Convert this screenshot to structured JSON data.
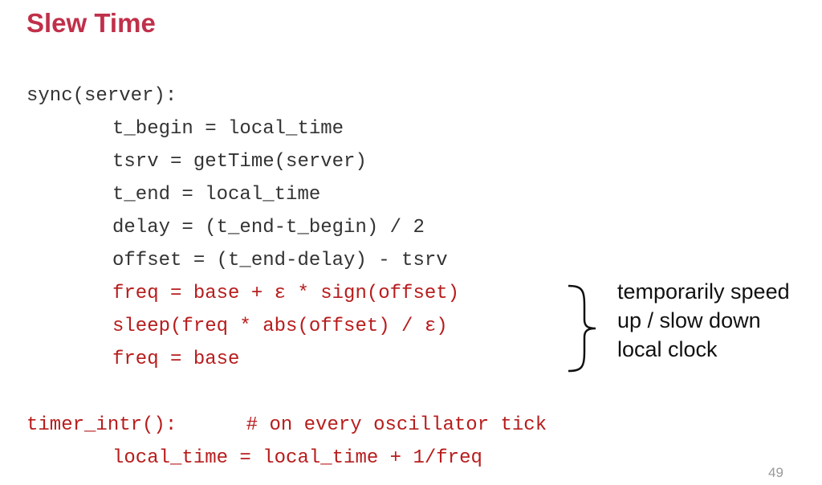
{
  "title": "Slew Time",
  "code": {
    "l0": "sync(server):",
    "l1": "t_begin = local_time",
    "l2": "tsrv = getTime(server)",
    "l3": "t_end = local_time",
    "l4": "delay = (t_end-t_begin) / 2",
    "l5": "offset = (t_end-delay) - tsrv",
    "l6": "freq = base + ε * sign(offset)",
    "l7": "sleep(freq * abs(offset) / ε)",
    "l8": "freq = base",
    "l9": "timer_intr():      # on every oscillator tick",
    "l10": "local_time = local_time + 1/freq"
  },
  "note": {
    "line1": "temporarily speed",
    "line2": "up / slow down",
    "line3": "local clock"
  },
  "page_number": "49"
}
